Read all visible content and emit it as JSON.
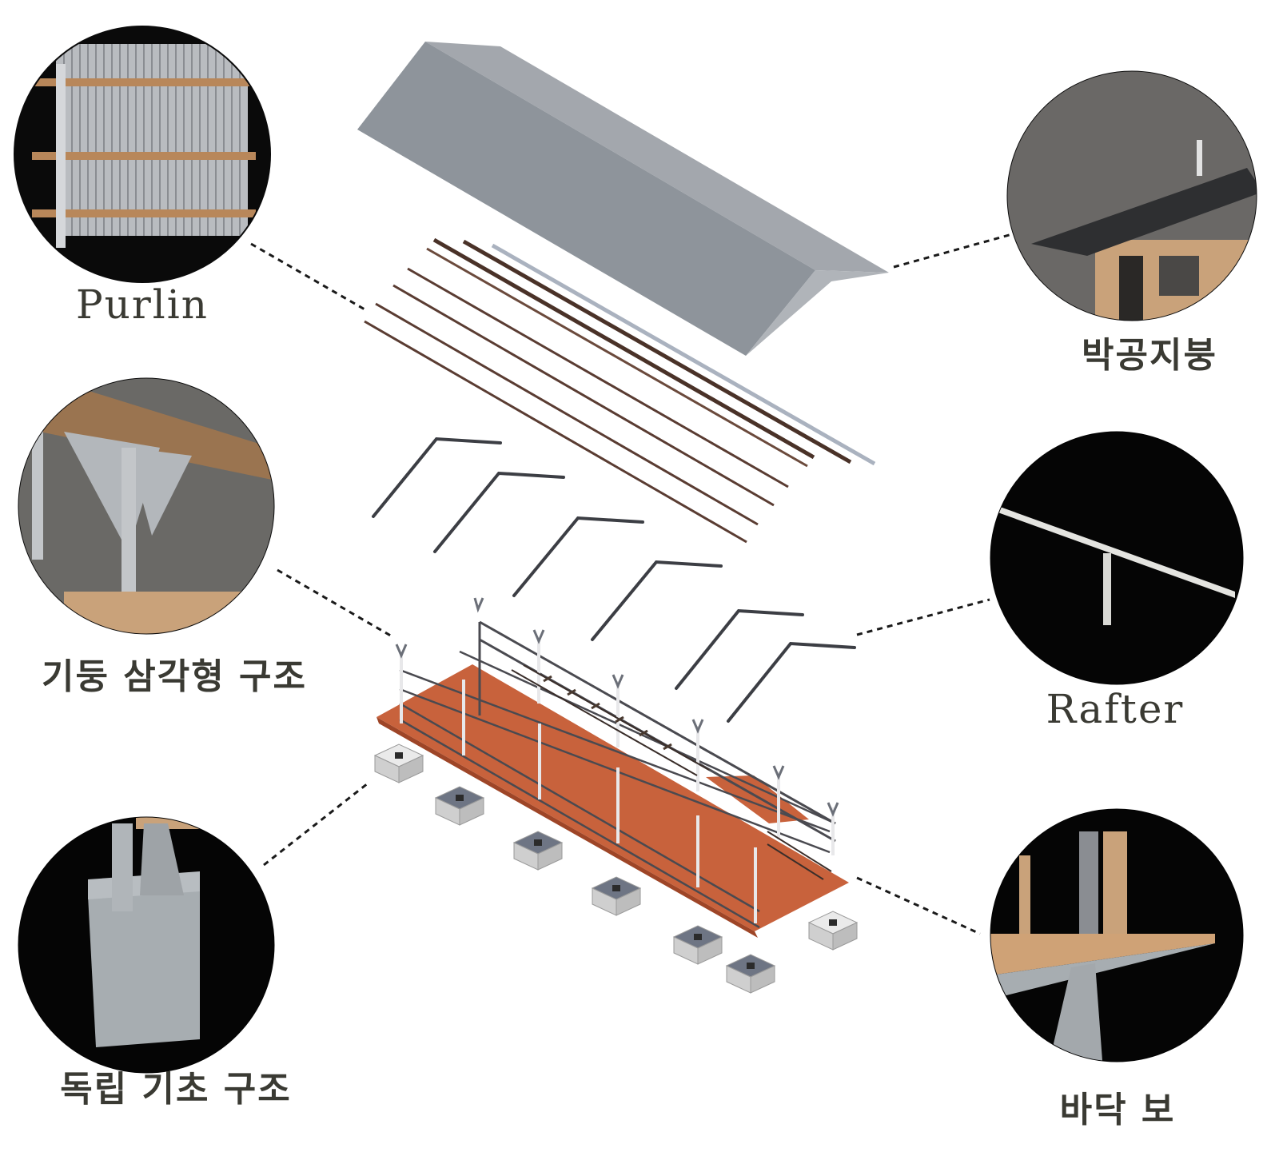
{
  "callouts": {
    "purlin": "Purlin",
    "roof": "박공지붕",
    "column_triangle": "기둥 삼각형 구조",
    "rafter": "Rafter",
    "footing": "독립 기초 구조",
    "floor_beam": "바닥 보"
  },
  "colors": {
    "roof": "#8e949b",
    "roof_side": "#9fa3a9",
    "floor": "#c8623c",
    "steel": "#3c3e44",
    "timber": "#4a3228",
    "footing": "#cfcfcf",
    "label": "#3a3a33",
    "photo_bg": "#0a0a0a"
  }
}
